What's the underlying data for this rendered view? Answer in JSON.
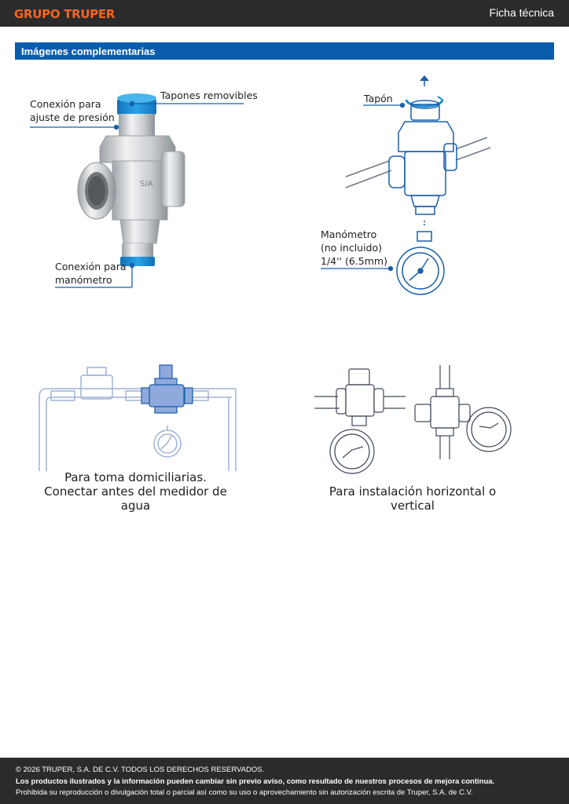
{
  "header": {
    "brand": "GRUPO TRUPER",
    "doc_type": "Ficha técnica"
  },
  "section": {
    "title": "Imágenes complementarias"
  },
  "figure1": {
    "label_pressure": [
      "Conexión para",
      "ajuste de presión"
    ],
    "label_caps": "Tapones removibles",
    "label_gauge": [
      "Conexión para",
      "manómetro"
    ]
  },
  "figure2": {
    "label_cap": "Tapón",
    "label_gauge": [
      "Manómetro",
      "(no incluido)",
      "1/4'' (6.5mm)"
    ]
  },
  "figure3": {
    "caption": [
      "Para toma domiciliarias.",
      "Conectar antes del medidor de agua"
    ]
  },
  "figure4": {
    "caption": "Para instalación horizontal o vertical"
  },
  "footer": {
    "copyright": "© 2026 TRUPER, S.A. DE C.V. TODOS LOS DERECHOS RESERVADOS.",
    "notice": "Los productos ilustrados y la información pueden cambiar sin previo aviso, como resultado de nuestros procesos de mejora continua.",
    "prohibition": "Prohibida su reproducción o divulgación total o parcial así como su uso o aprovechamiento sin autorización escrita de Truper, S.A. de C.V."
  },
  "colors": {
    "brand": "#f26522",
    "section": "#0b5cad",
    "cap_blue": "#1e8fd8",
    "line_blue": "#1a5fa8"
  }
}
